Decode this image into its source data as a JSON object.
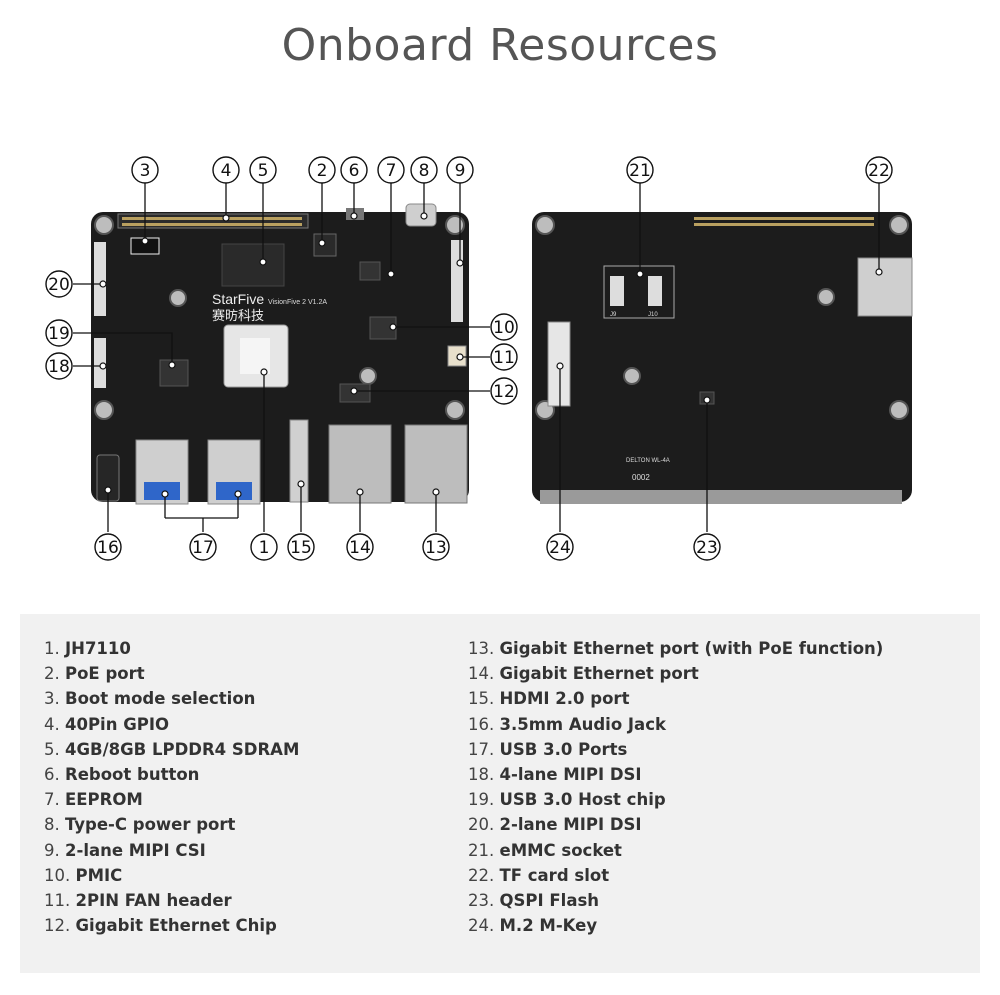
{
  "title": "Onboard Resources",
  "board_silkscreen": {
    "brand_en": "StarFive",
    "brand_cn": "赛昉科技",
    "model": "VisionFive 2  V1.2A",
    "label_j9": "J9",
    "label_j10": "J10",
    "label_delton": "DELTON WL-4A",
    "label_code": "0002"
  },
  "callouts": [
    {
      "id": "1",
      "label": "1"
    },
    {
      "id": "2",
      "label": "2"
    },
    {
      "id": "3",
      "label": "3"
    },
    {
      "id": "4",
      "label": "4"
    },
    {
      "id": "5",
      "label": "5"
    },
    {
      "id": "6",
      "label": "6"
    },
    {
      "id": "7",
      "label": "7"
    },
    {
      "id": "8",
      "label": "8"
    },
    {
      "id": "9",
      "label": "9"
    },
    {
      "id": "10",
      "label": "10"
    },
    {
      "id": "11",
      "label": "11"
    },
    {
      "id": "12",
      "label": "12"
    },
    {
      "id": "13",
      "label": "13"
    },
    {
      "id": "14",
      "label": "14"
    },
    {
      "id": "15",
      "label": "15"
    },
    {
      "id": "16",
      "label": "16"
    },
    {
      "id": "17",
      "label": "17"
    },
    {
      "id": "18",
      "label": "18"
    },
    {
      "id": "19",
      "label": "19"
    },
    {
      "id": "20",
      "label": "20"
    },
    {
      "id": "21",
      "label": "21"
    },
    {
      "id": "22",
      "label": "22"
    },
    {
      "id": "23",
      "label": "23"
    },
    {
      "id": "24",
      "label": "24"
    }
  ],
  "legend": [
    {
      "num": "1.",
      "label": "JH7110"
    },
    {
      "num": "2.",
      "label": "PoE port"
    },
    {
      "num": "3.",
      "label": "Boot mode selection"
    },
    {
      "num": "4.",
      "label": "40Pin GPIO"
    },
    {
      "num": "5.",
      "label": "4GB/8GB LPDDR4 SDRAM"
    },
    {
      "num": "6.",
      "label": "Reboot button"
    },
    {
      "num": "7.",
      "label": "EEPROM"
    },
    {
      "num": "8.",
      "label": "Type-C power port"
    },
    {
      "num": "9.",
      "label": "2-lane MIPI CSI"
    },
    {
      "num": "10.",
      "label": "PMIC"
    },
    {
      "num": "11.",
      "label": "2PIN FAN header"
    },
    {
      "num": "12.",
      "label": "Gigabit Ethernet Chip"
    },
    {
      "num": "13.",
      "label": "Gigabit Ethernet port (with PoE function)"
    },
    {
      "num": "14.",
      "label": "Gigabit Ethernet port"
    },
    {
      "num": "15.",
      "label": "HDMI 2.0 port"
    },
    {
      "num": "16.",
      "label": "3.5mm Audio Jack"
    },
    {
      "num": "17.",
      "label": "USB 3.0 Ports"
    },
    {
      "num": "18.",
      "label": "4-lane MIPI DSI"
    },
    {
      "num": "19.",
      "label": "USB 3.0 Host chip"
    },
    {
      "num": "20.",
      "label": "2-lane MIPI DSI"
    },
    {
      "num": "21.",
      "label": "eMMC socket"
    },
    {
      "num": "22.",
      "label": "TF card slot"
    },
    {
      "num": "23.",
      "label": "QSPI Flash"
    },
    {
      "num": "24.",
      "label": "M.2 M-Key"
    }
  ],
  "colors": {
    "pcb": "#1c1c1c",
    "metal": "#c7c7c7",
    "usb_blue": "#2f66c9",
    "legend_bg": "#f1f1f1",
    "title": "#555555"
  }
}
